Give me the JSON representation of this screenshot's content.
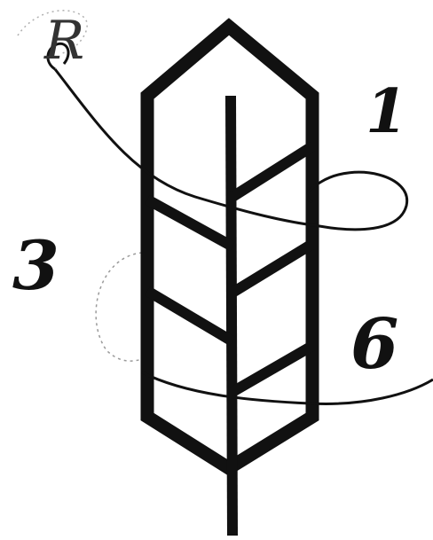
{
  "labels": {
    "one": "1",
    "three": "3",
    "six": "6",
    "letter_r": "R"
  },
  "colors": {
    "ink": "#111111",
    "faint": "#8a8a8a",
    "paper": "#ffffff"
  }
}
